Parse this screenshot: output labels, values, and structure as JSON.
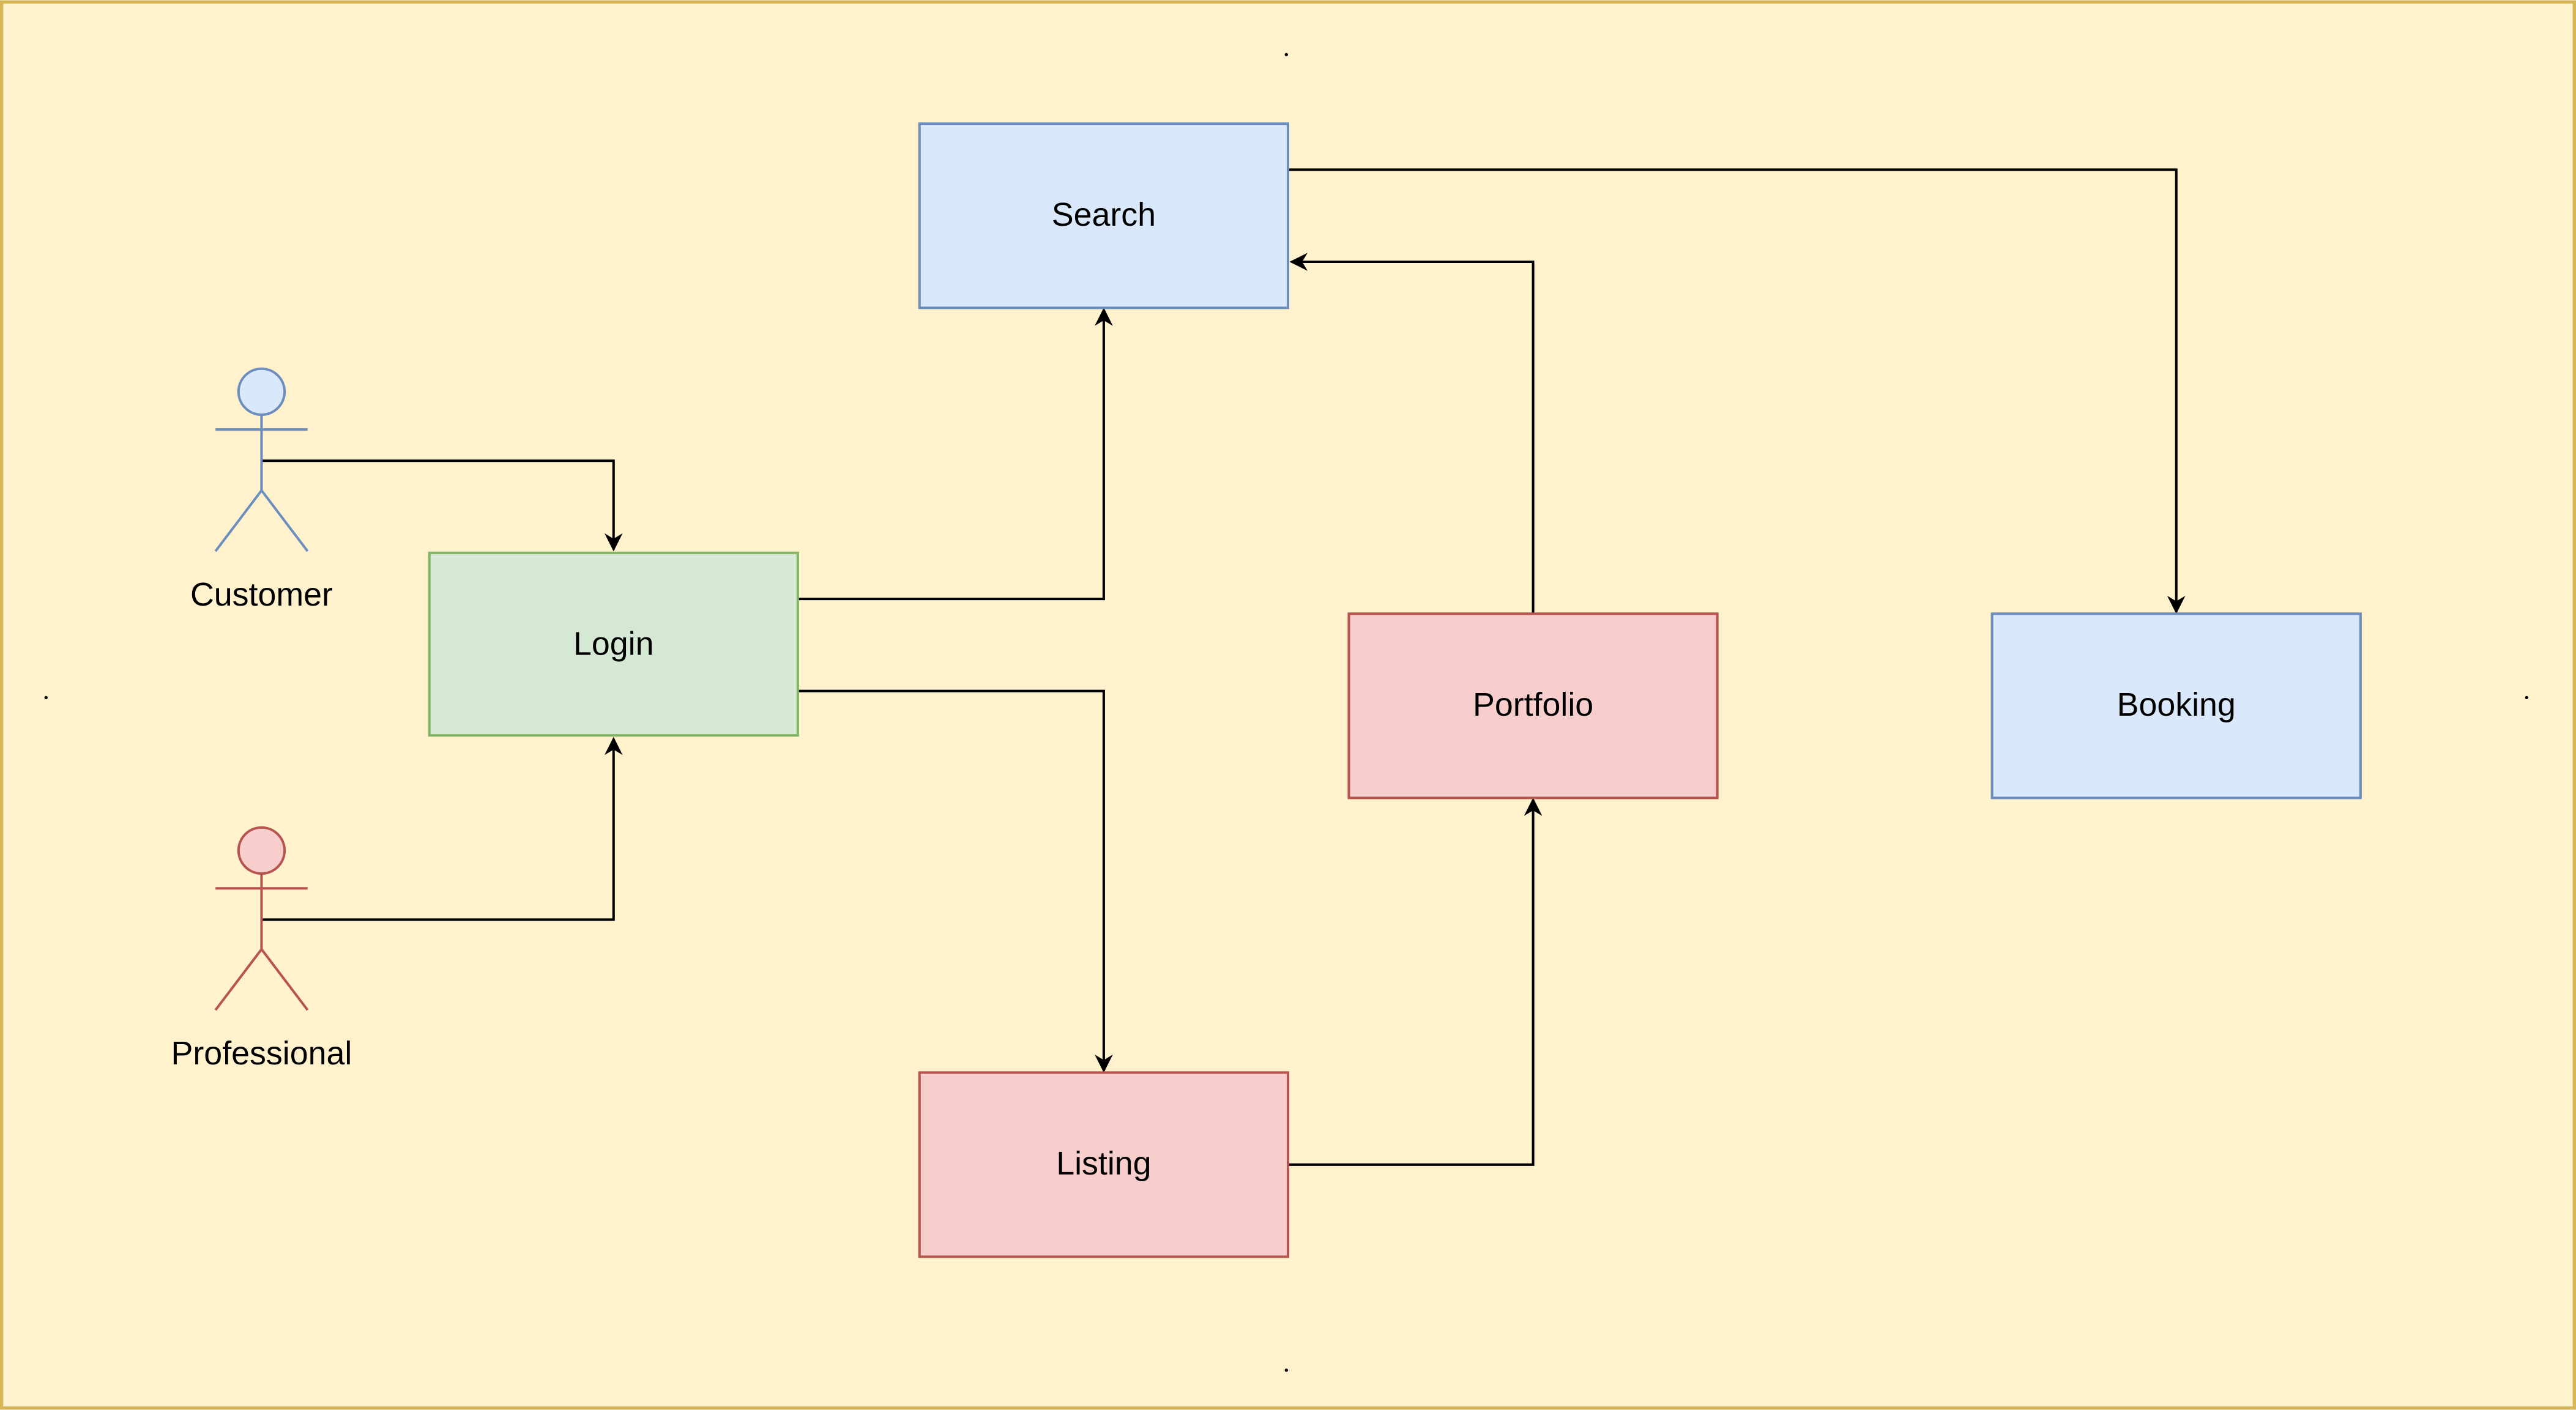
{
  "colors": {
    "background": "#fff2cc",
    "frame_stroke": "#d6b656",
    "blue_fill": "#dae8fc",
    "blue_stroke": "#6c8ebf",
    "green_fill": "#d5e8d4",
    "green_stroke": "#82b366",
    "red_fill": "#f8cecc",
    "red_stroke": "#b85450",
    "edge": "#000000",
    "text": "#000000"
  },
  "actors": {
    "customer": {
      "label": "Customer"
    },
    "professional": {
      "label": "Professional"
    }
  },
  "nodes": {
    "search": {
      "label": "Search"
    },
    "login": {
      "label": "Login"
    },
    "portfolio": {
      "label": "Portfolio"
    },
    "booking": {
      "label": "Booking"
    },
    "listing": {
      "label": "Listing"
    }
  },
  "edges": [
    {
      "from": "Customer",
      "to": "Login"
    },
    {
      "from": "Professional",
      "to": "Login"
    },
    {
      "from": "Login",
      "to": "Search"
    },
    {
      "from": "Login",
      "to": "Listing"
    },
    {
      "from": "Listing",
      "to": "Portfolio"
    },
    {
      "from": "Portfolio",
      "to": "Search"
    },
    {
      "from": "Search",
      "to": "Booking"
    }
  ]
}
